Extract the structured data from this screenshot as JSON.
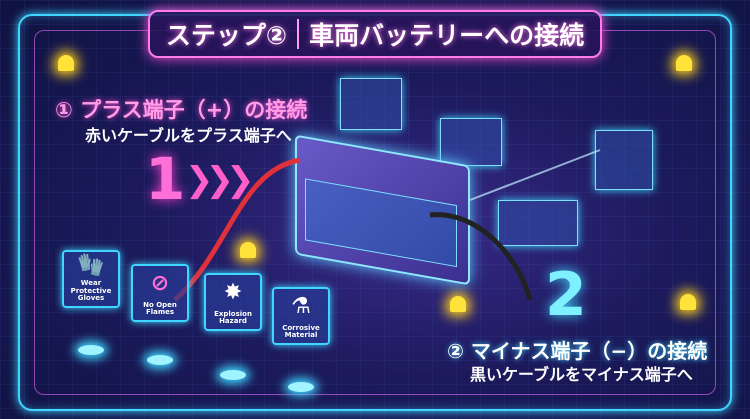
{
  "title": {
    "step": "ステップ②",
    "text": "車両バッテリーへの接続"
  },
  "step1": {
    "heading": "① プラス端子（+）の接続",
    "sub": "赤いケーブルをプラス端子へ",
    "number": "1"
  },
  "step2": {
    "heading": "② マイナス端子（−）の接続",
    "sub": "黒いケーブルをマイナス端子へ",
    "number": "2"
  },
  "safety_signs": [
    {
      "icon": "gloves-icon",
      "label": "Wear Protective Gloves"
    },
    {
      "icon": "no-flame-icon",
      "label": "No Open Flames"
    },
    {
      "icon": "explosion-icon",
      "label": "Explosion Hazard"
    },
    {
      "icon": "corrosive-icon",
      "label": "Corrosive Material"
    }
  ],
  "colors": {
    "accent_pink": "#ff7ce8",
    "accent_cyan": "#3fd6ff",
    "red_cable": "#e0303a",
    "black_cable": "#222"
  }
}
